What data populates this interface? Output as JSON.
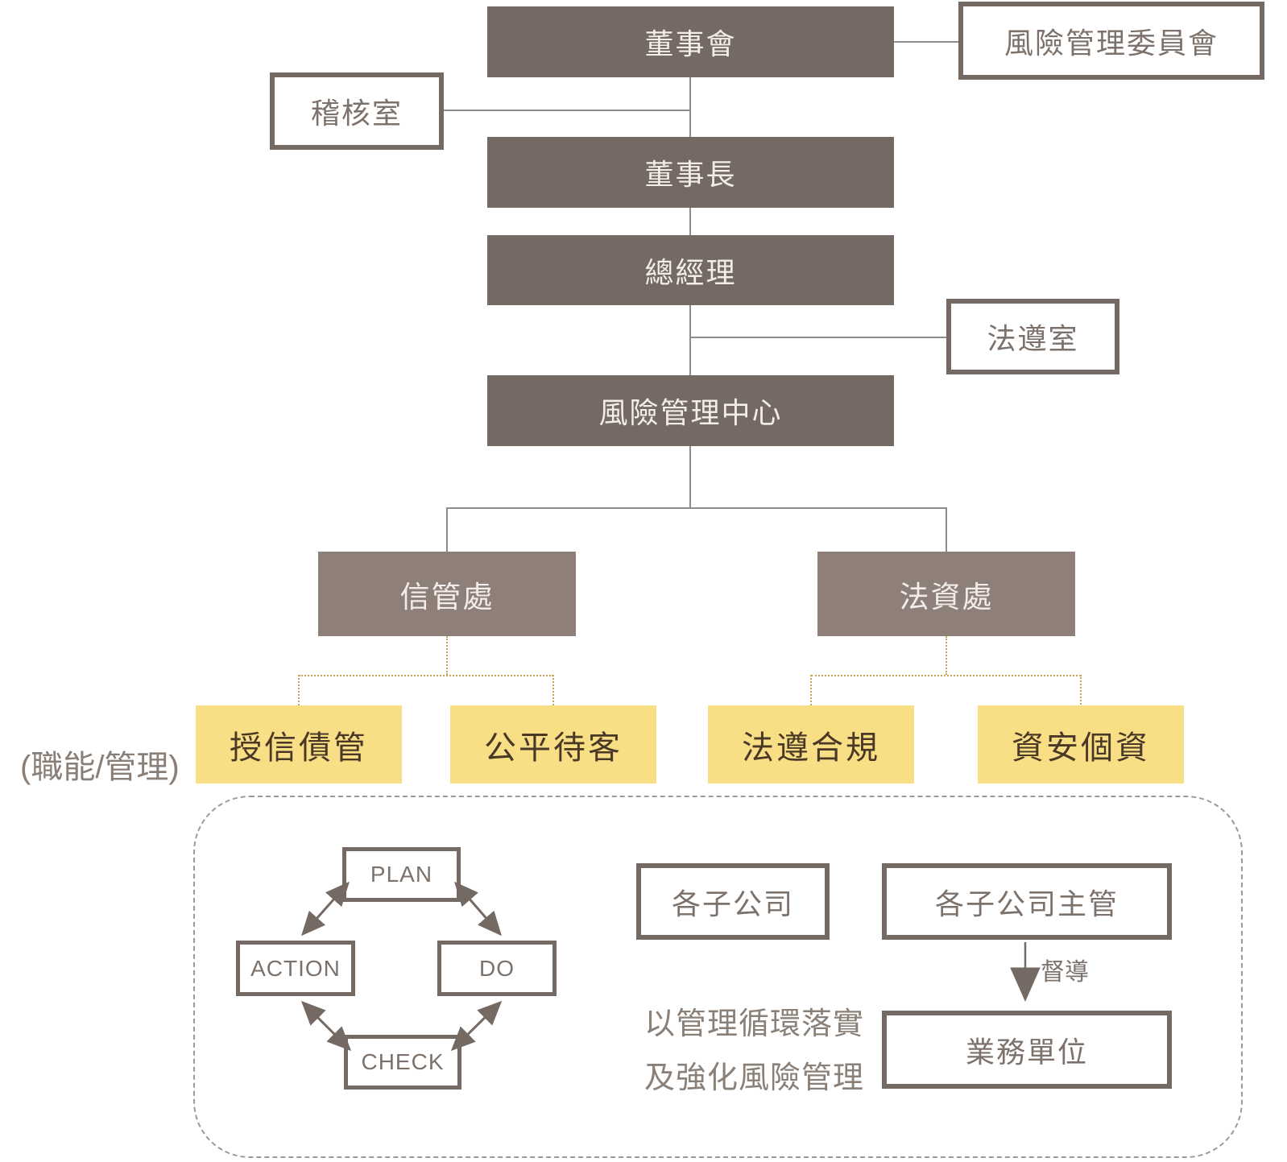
{
  "org": {
    "board": "董事會",
    "risk_committee": "風險管理委員會",
    "audit_office": "稽核室",
    "chairman": "董事長",
    "president": "總經理",
    "compliance_office": "法遵室",
    "risk_center": "風險管理中心",
    "credit_dept": "信管處",
    "legal_info_dept": "法資處",
    "function_label": "(職能/管理)",
    "functions": [
      "授信債管",
      "公平待客",
      "法遵合規",
      "資安個資"
    ]
  },
  "pdca": {
    "plan": "PLAN",
    "do": "DO",
    "check": "CHECK",
    "action": "ACTION"
  },
  "bottom": {
    "subsidiaries": "各子公司",
    "subsidiary_managers": "各子公司主管",
    "supervise_label": "督導",
    "business_units": "業務單位",
    "caption_line1": "以管理循環落實",
    "caption_line2": "及強化風險管理"
  },
  "colors": {
    "dark_box": "#756963",
    "mid_box": "#8e7f78",
    "yellow_box": "#f8df85",
    "yellow_text": "#4a3826",
    "outline_text": "#7c726b",
    "connector_gray": "#8c8c8c",
    "connector_gold_dotted": "#c9a35a",
    "dashed_panel_border": "#9a9a9a"
  }
}
